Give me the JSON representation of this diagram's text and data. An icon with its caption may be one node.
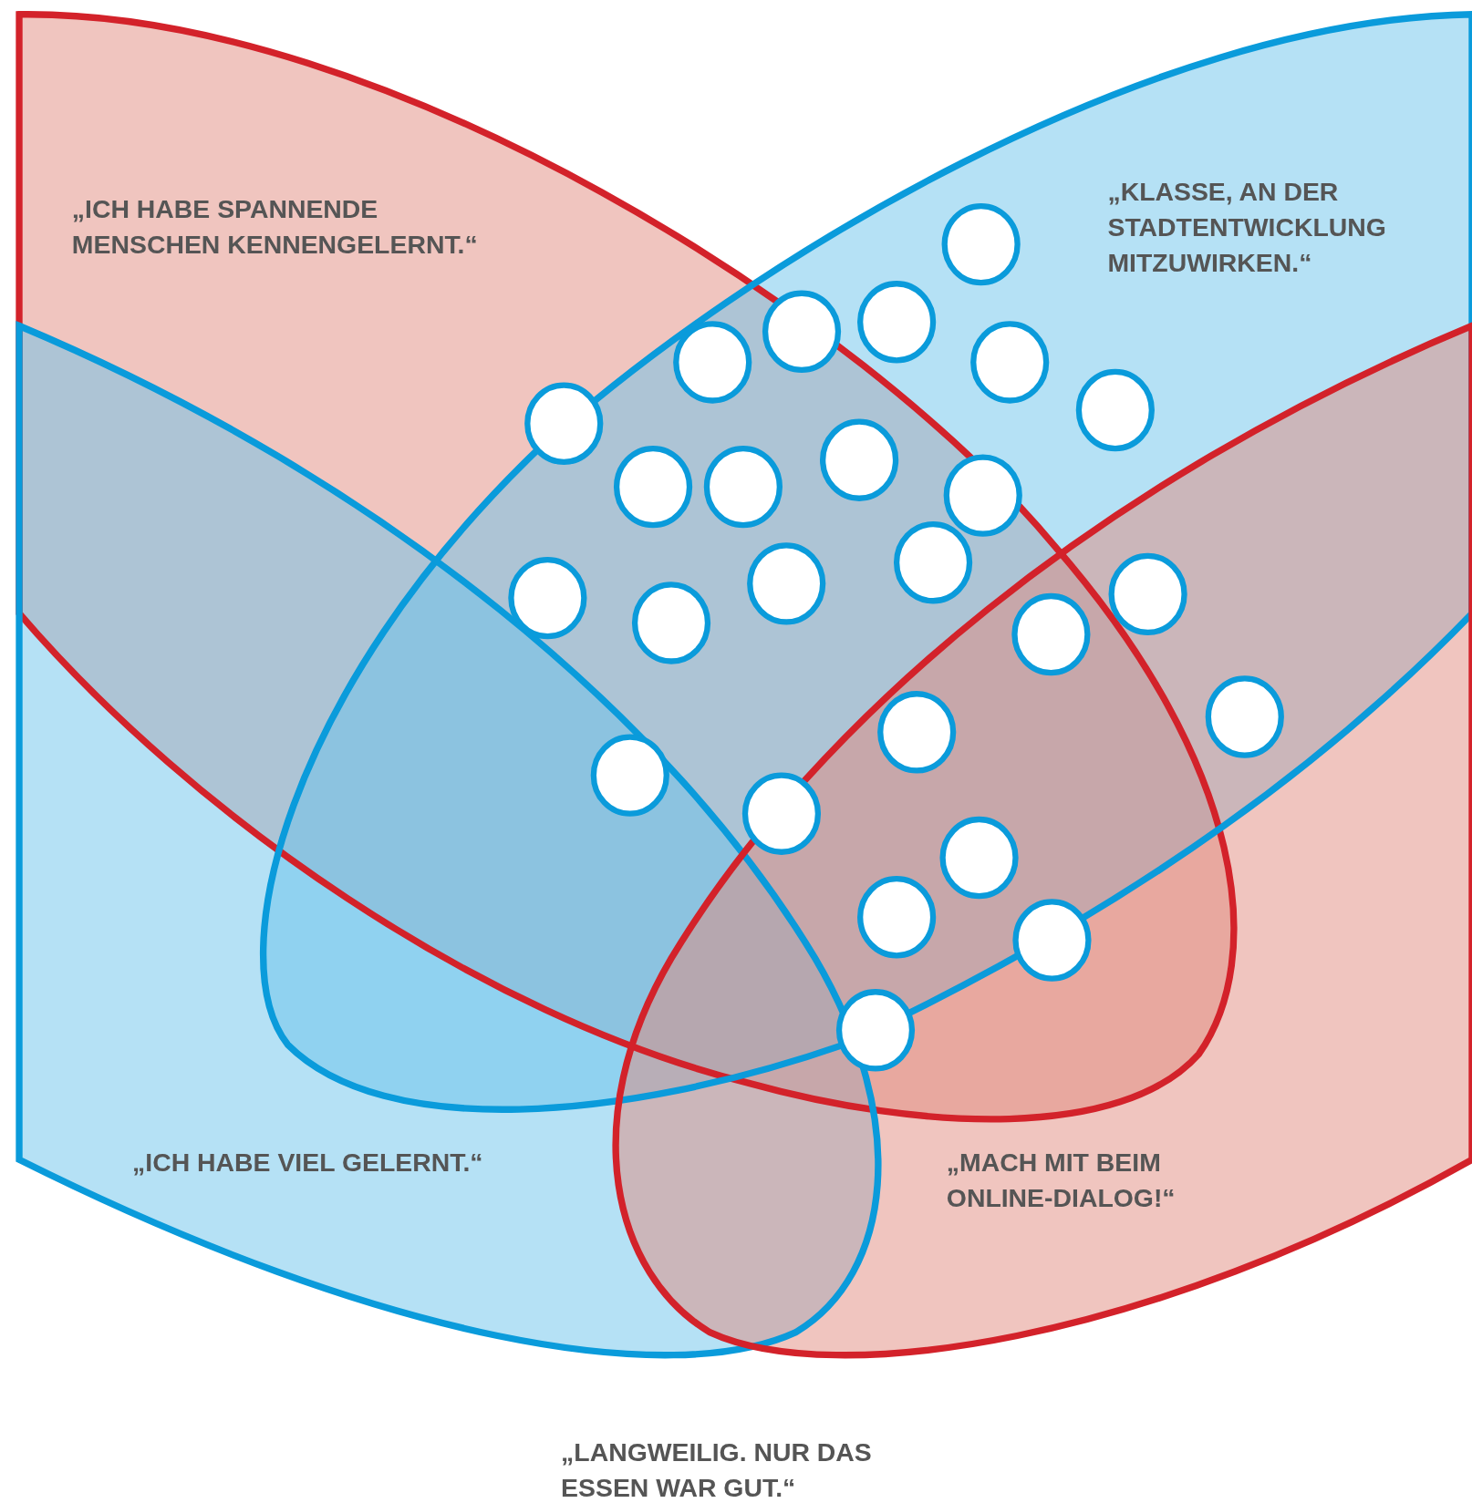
{
  "diagram": {
    "labels": [
      "„ICH HABE SPANNENDE MENSCHEN KENNENGELERNT.“",
      "„KLASSE, AN DER STADTENTWICKLUNG MITZUWIRKEN.“",
      "„ICH HABE VIEL GELERNT.“",
      "„MACH MIT BEIM ONLINE-DIALOG!“",
      "„LANGWEILIG. NUR DAS ESSEN WAR GUT.“"
    ]
  }
}
